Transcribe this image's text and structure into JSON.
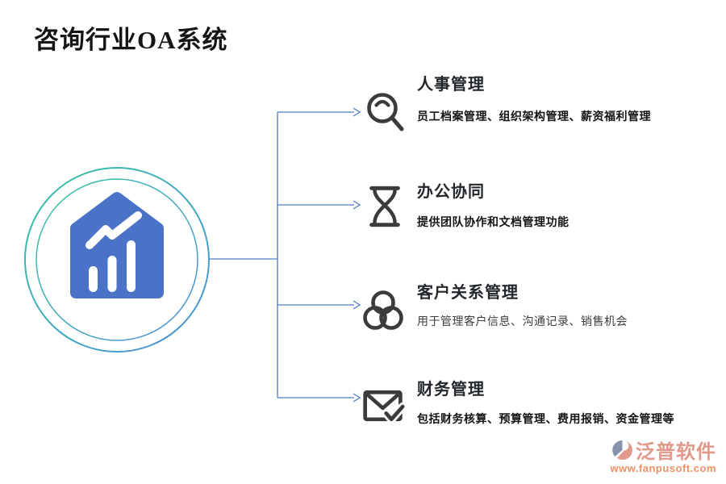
{
  "page": {
    "title": "咨询行业OA系统"
  },
  "colors": {
    "connector_line": "#4f7dc2",
    "icon_stroke": "#3b3b3b",
    "house_blue": "#4a73c8",
    "ring_gradient_start": "#35c4a2",
    "ring_gradient_end": "#4e8fd9",
    "title_color": "#151515",
    "brand_name_color": "#e2988b",
    "brand_url_color": "#ec9165"
  },
  "items": [
    {
      "title": "人事管理",
      "desc": "员工档案管理、组织架构管理、薪资福利管理",
      "icon": "magnifier-icon"
    },
    {
      "title": "办公协同",
      "desc": "提供团队协作和文档管理功能",
      "icon": "hourglass-icon"
    },
    {
      "title": "客户关系管理",
      "desc": "用于管理客户信息、沟通记录、销售机会",
      "icon": "three-circles-icon"
    },
    {
      "title": "财务管理",
      "desc": "包括财务核算、预算管理、费用报销、资金管理等",
      "icon": "envelope-check-icon"
    }
  ],
  "footer": {
    "brand": "泛普软件",
    "url": "www.fanpusoft.com"
  }
}
